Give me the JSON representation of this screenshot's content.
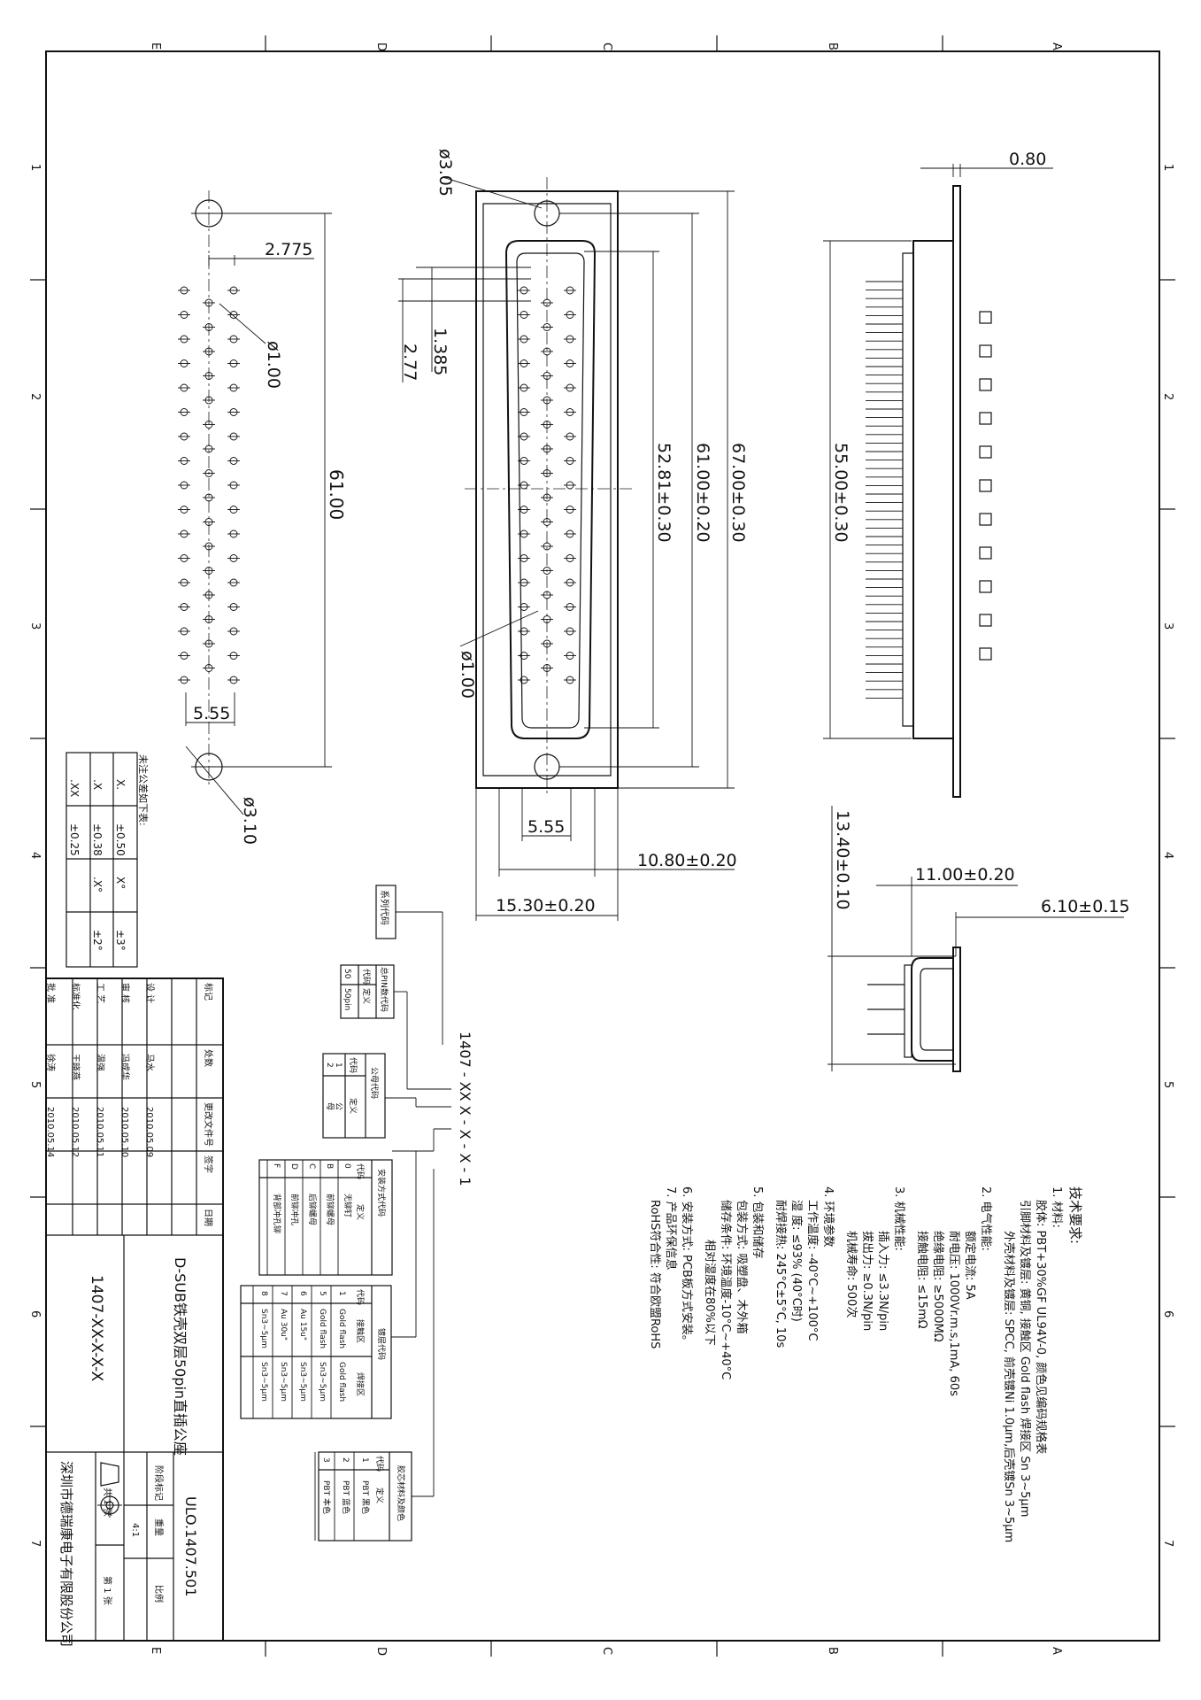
{
  "sheet": {
    "zones_letters": [
      "E",
      "D",
      "C",
      "B",
      "A"
    ],
    "zones_numbers": [
      "1",
      "2",
      "3",
      "4",
      "5",
      "6",
      "7"
    ]
  },
  "dims": {
    "dia_305": "ø3.05",
    "dia_100_left": "ø1.00",
    "dia_100_center": "ø1.00",
    "dia_310": "ø3.10",
    "d_2775": "2.775",
    "d_61": "61.00",
    "d_555_left": "5.55",
    "d_555_center": "5.55",
    "d_1385": "1.385",
    "d_277": "2.77",
    "d_5281": "52.81±0.30",
    "d_6100": "61.00±0.20",
    "d_6700": "67.00±0.30",
    "d_1080": "10.80±0.20",
    "d_1530": "15.30±0.20",
    "d_080": "0.80",
    "d_5500": "55.00±0.30",
    "d_1340": "13.40±0.10",
    "d_1100": "11.00±0.20",
    "d_610": "6.10±0.15"
  },
  "tolerance": {
    "title": "未注公差如下表:",
    "rows": [
      [
        "X.",
        "±0.50",
        "X°",
        "±3°"
      ],
      [
        ".X",
        "±0.38",
        ".X°",
        "±2°"
      ],
      [
        ".XX",
        "±0.25",
        "",
        ""
      ]
    ]
  },
  "part_number": {
    "code": "1407 - XX X - X - X - 1",
    "series_box": "系列代码",
    "pins": {
      "title": "总PIN数代码",
      "h1": "代码",
      "h2": "定义",
      "row": [
        "50",
        "50pin"
      ]
    },
    "gender": {
      "title": "公母代码",
      "h1": "代码",
      "h2": "定义",
      "rows": [
        [
          "1",
          "公"
        ],
        [
          "2",
          "母"
        ]
      ]
    },
    "lock": {
      "title": "安装方式代码",
      "h1": "代码",
      "h2": "定义",
      "rows": [
        [
          "0",
          "无铆钉"
        ],
        [
          "B",
          "前铆螺母"
        ],
        [
          "C",
          "后铆螺母"
        ],
        [
          "D",
          "前铆冲孔"
        ],
        [
          "F",
          "背部冲孔铆"
        ]
      ]
    },
    "plating": {
      "title": "镀层代码",
      "h1": "代码",
      "h2": "接触区",
      "h3": "焊接区",
      "rows": [
        [
          "1",
          "Gold flash",
          "Gold flash"
        ],
        [
          "5",
          "Gold flash",
          "Sn3~5μm"
        ],
        [
          "6",
          "Au 15u\"",
          "Sn3~5μm"
        ],
        [
          "7",
          "Au 30u\"",
          "Sn3~5μm"
        ],
        [
          "8",
          "Sn3~5μm",
          "Sn3~5μm"
        ]
      ]
    },
    "material": {
      "title": "胶芯材料及颜色",
      "h1": "代码",
      "h2": "定义",
      "rows": [
        [
          "1",
          "PBT 黑色"
        ],
        [
          "2",
          "PBT 蓝色"
        ],
        [
          "3",
          "PBT 本色"
        ]
      ]
    }
  },
  "tech": {
    "title": "技术要求:",
    "lines": [
      "1. 材料:",
      "胶体: PBT+30%GF UL94V-0, 颜色见编码规格表",
      "引脚材料及镀层: 黄铜, 接触区 Gold flash 焊接区 Sn 3~5μm",
      "外壳材料及镀层: SPCC, 前壳镀Ni 1.0μm,后壳镀Sn 3~5μm",
      "2. 电气性能:",
      "额定电流: 5A",
      "耐电压: 1000Vr.m.s,1mA, 60s",
      "绝缘电阻: ≥5000MΩ",
      "接触电阻: ≤15mΩ",
      "3. 机械性能:",
      "插入力: ≤3.3N/pin",
      "拔出力: ≥0.3N/pin",
      "机械寿命: 500次",
      "4. 环境参数",
      "工作温度: -40°C~+100°C",
      "湿 度: ≤93% (40°C时)",
      "耐焊接热: 245°C±5°C, 10s",
      "5. 包装和储存",
      "包装方式: 吸塑盘、木外箱",
      "储存条件: 环境温度-10°C~+40°C",
      "相对湿度在80%以下",
      "6. 安装方式: PCB板方式安装。",
      "7. 产品环保信息",
      "RoHS符合性: 符合欧盟RoHS"
    ]
  },
  "title_block": {
    "header": [
      "标记",
      "处数",
      "更改文件号",
      "签字",
      "日期"
    ],
    "roles": [
      [
        "设 计",
        "马水",
        "2010.05.09"
      ],
      [
        "审 核",
        "冯成华",
        "2010.05.10"
      ],
      [
        "工 艺",
        "温强",
        "2010.05.11"
      ],
      [
        "标准化",
        "王晓燕",
        "2010.05.12"
      ],
      [
        "批 准",
        "徐涛",
        "2010.05.14"
      ]
    ],
    "title": "D-SUB铁壳双层50pin直插公座",
    "part": "1407-XX-X-X-X",
    "drawing_no": "ULO.1407.501",
    "stage_labels": [
      "阶段标记",
      "重量",
      "比例"
    ],
    "scale": "4:1",
    "sheet": "共 1 张",
    "sheet_no": "第 1 张",
    "company": "深圳市德瑞康电子有限股份公司"
  }
}
